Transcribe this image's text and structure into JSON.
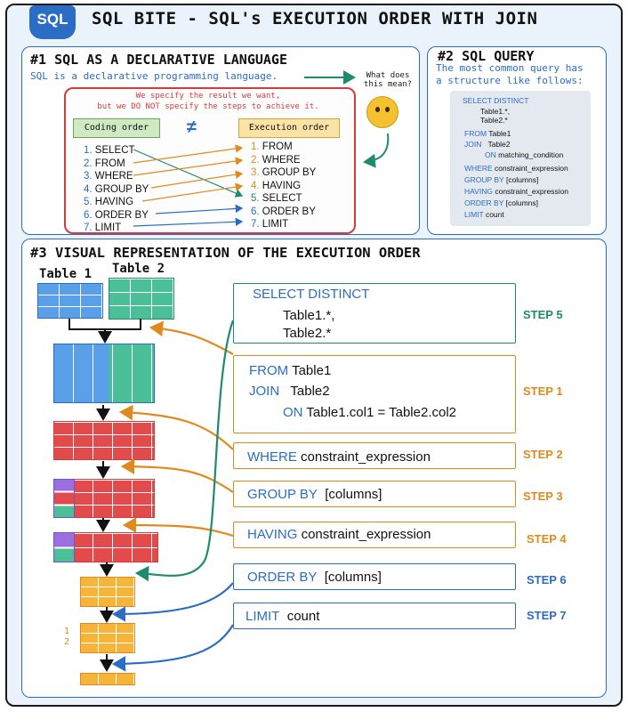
{
  "header": {
    "logo": "SQL",
    "title": "SQL BITE - SQL's EXECUTION ORDER WITH JOIN"
  },
  "section1": {
    "title": "#1 SQL AS A DECLARATIVE LANGUAGE",
    "subtitle": "SQL is a declarative programming language.",
    "question": "What does this mean?",
    "note1": "We specify the result we want,",
    "note2": "but we DO NOT specify the steps to achieve it.",
    "coding_label": "Coding order",
    "execution_label": "Execution order",
    "neq": "≠",
    "coding_order": [
      "1.",
      "SELECT",
      "2.",
      "FROM",
      "3.",
      "WHERE",
      "4.",
      "GROUP BY",
      "5.",
      "HAVING",
      "6.",
      "ORDER BY",
      "7.",
      "LIMIT"
    ],
    "execution_order": [
      "1.",
      "FROM",
      "2.",
      "WHERE",
      "3.",
      "GROUP BY",
      "4.",
      "HAVING",
      "5.",
      "SELECT",
      "6.",
      "ORDER BY",
      "7.",
      "LIMIT"
    ]
  },
  "section2": {
    "title": "#2 SQL QUERY",
    "subtitle1": "The most common query has",
    "subtitle2": "a structure like follows:",
    "query": {
      "select": "SELECT DISTINCT",
      "t1": "Table1.*,",
      "t2": "Table2.*",
      "from": "FROM",
      "from_v": "Table1",
      "join": "JOIN",
      "join_v": "Table2",
      "on": "ON",
      "on_v": "matching_condition",
      "where": "WHERE",
      "where_v": "constraint_expression",
      "group": "GROUP BY",
      "group_v": "[columns]",
      "having": "HAVING",
      "having_v": "constraint_expression",
      "order": "ORDER BY",
      "order_v": "[columns]",
      "limit": "LIMIT",
      "limit_v": "count"
    }
  },
  "section3": {
    "title": "#3 VISUAL REPRESENTATION OF THE EXECUTION ORDER",
    "table1": "Table 1",
    "table2": "Table 2",
    "rank1": "1",
    "rank2": "2",
    "steps": {
      "select": {
        "k": "SELECT DISTINCT",
        "l1": "Table1.*,",
        "l2": "Table2.*",
        "label": "STEP 5"
      },
      "from": {
        "k1": "FROM",
        "v1": "Table1",
        "k2": "JOIN",
        "v2": "Table2",
        "k3": "ON",
        "v3": "Table1.col1 = Table2.col2",
        "label": "STEP 1"
      },
      "where": {
        "k": "WHERE",
        "v": "constraint_expression",
        "label": "STEP 2"
      },
      "group": {
        "k": "GROUP BY",
        "v": "[columns]",
        "label": "STEP 3"
      },
      "having": {
        "k": "HAVING",
        "v": "constraint_expression",
        "label": "STEP 4"
      },
      "order": {
        "k": "ORDER BY",
        "v": "[columns]",
        "label": "STEP 6"
      },
      "limit": {
        "k": "LIMIT",
        "v": "count",
        "label": "STEP 7"
      }
    }
  },
  "colors": {
    "blue": "#2b6cc4",
    "green": "#1e8a6e",
    "red": "#d63b3b",
    "orange": "#e08a1e",
    "purple": "#7b4fc4"
  }
}
